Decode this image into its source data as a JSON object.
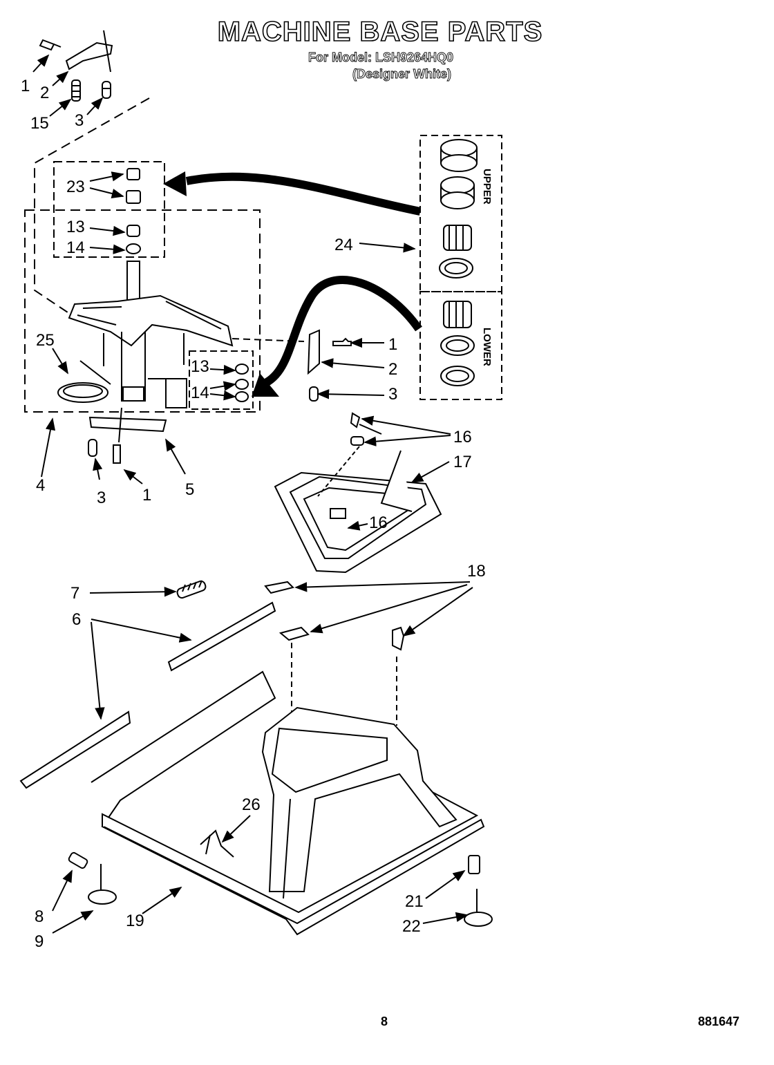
{
  "title": "MACHINE BASE PARTS",
  "model_line": "For Model: LSH9264HQ0",
  "color_line": "(Designer White)",
  "page_number": "8",
  "document_number": "881647",
  "group_labels": {
    "upper": "UPPER",
    "lower": "LOWER"
  },
  "callouts": {
    "c1_top": "1",
    "c2_top": "2",
    "c15_top": "15",
    "c3_top": "3",
    "c23": "23",
    "c13_a": "13",
    "c14_a": "14",
    "c24": "24",
    "c25": "25",
    "c13_b": "13",
    "c14_b": "14",
    "c1_right": "1",
    "c2_right": "2",
    "c3_right": "3",
    "c4": "4",
    "c3_low": "3",
    "c1_low": "1",
    "c5": "5",
    "c16_top": "16",
    "c17": "17",
    "c16_mid": "16",
    "c18": "18",
    "c7": "7",
    "c6": "6",
    "c26": "26",
    "c8": "8",
    "c9": "9",
    "c19": "19",
    "c21": "21",
    "c22": "22"
  }
}
